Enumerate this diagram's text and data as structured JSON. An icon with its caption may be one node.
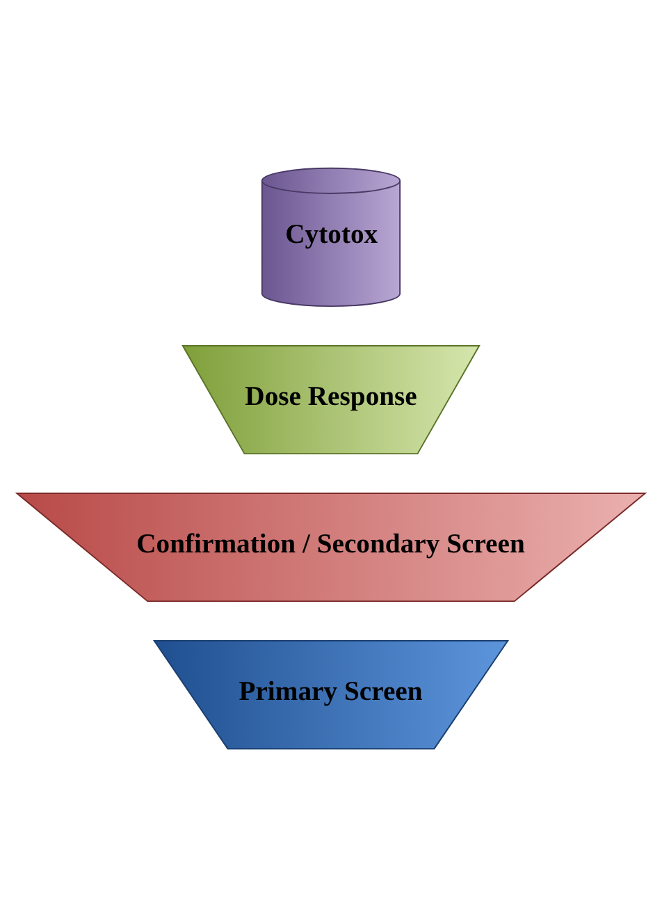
{
  "diagram": {
    "nodes": [
      {
        "text": [
          "Primary Screen"
        ]
      },
      {
        "text": [
          "Confirmation / Secondary Screen"
        ]
      },
      {
        "text": [
          "Dose Response"
        ]
      },
      {
        "text": [
          "Cytotox"
        ]
      }
    ]
  }
}
